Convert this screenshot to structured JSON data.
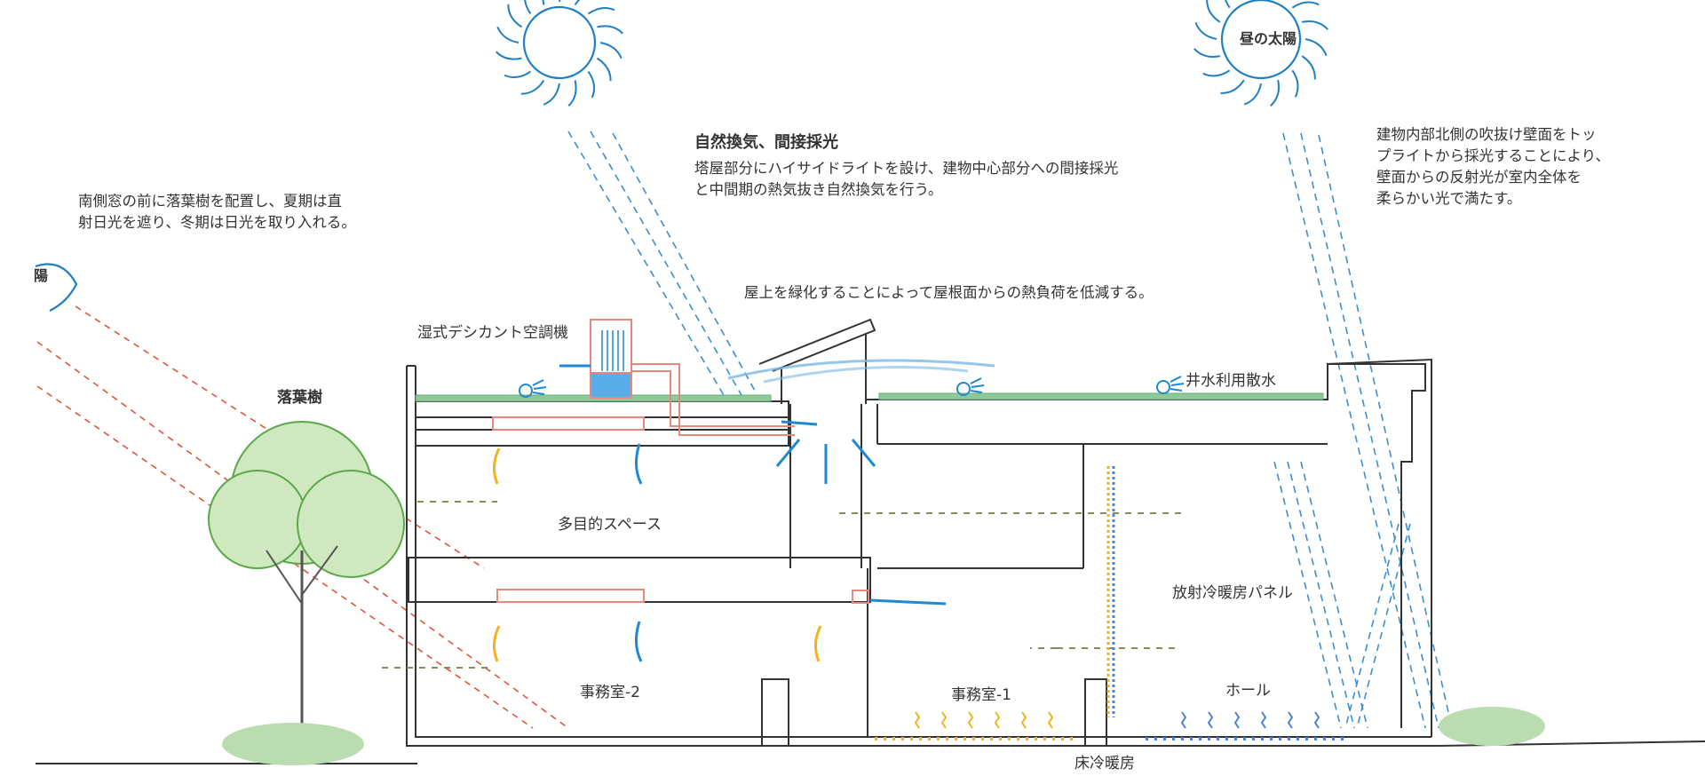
{
  "annotations": {
    "natural_vent_title": "自然換気、間接採光",
    "natural_vent_line1": "塔屋部分にハイサイドライトを設け、建物中心部分への間接採光",
    "natural_vent_line2": "と中間期の熱気抜き自然換気を行う。",
    "deciduous_line1": "南側窓の前に落葉樹を配置し、夏期は直",
    "deciduous_line2": "射日光を遮り、冬期は日光を取り入れる。",
    "toplight_line1": "建物内部北側の吹抜け壁面をトッ",
    "toplight_line2": "プライトから採光することにより、",
    "toplight_line3": "壁面からの反射光が室内全体を",
    "toplight_line4": "柔らかい光で満たす。",
    "green_roof": "屋上を緑化することによって屋根面からの熱負荷を低減する。"
  },
  "labels": {
    "noon_sun": "昼の太陽",
    "sun_partial": "陽",
    "desiccant": "湿式デシカント空調機",
    "tree": "落葉樹",
    "well_water": "井水利用散水",
    "multipurpose": "多目的スペース",
    "office2": "事務室-2",
    "office1": "事務室-1",
    "hall": "ホール",
    "radiant_panel": "放射冷暖房パネル",
    "floor_heating": "床冷暖房"
  },
  "colors": {
    "sun": "#1f7fc4",
    "sun_ray": "#3a8fd0",
    "red_ray": "#e0553a",
    "building": "#333333",
    "roof_green": "#8fc99a",
    "tree_green": "#5aa84a",
    "warm_arrow": "#f2b21c",
    "cool_arrow": "#1e88d0",
    "duct": "#e8887a",
    "floor_dot_warm": "#f2b21c",
    "floor_dot_cool": "#4f7fd8"
  }
}
